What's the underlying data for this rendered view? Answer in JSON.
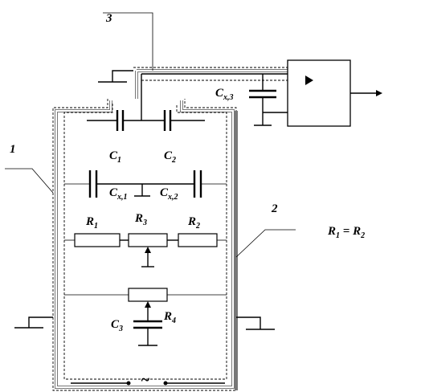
{
  "labels": {
    "num_1": "1",
    "num_2": "2",
    "num_3": "3",
    "C1": {
      "main": "C",
      "sub": "1"
    },
    "C2": {
      "main": "C",
      "sub": "2"
    },
    "C3": {
      "main": "C",
      "sub": "3"
    },
    "Cx1": {
      "main": "C",
      "sub": "x,1"
    },
    "Cx2": {
      "main": "C",
      "sub": "x,2"
    },
    "Cx3": {
      "main": "C",
      "sub": "x,3"
    },
    "R1": {
      "main": "R",
      "sub": "1"
    },
    "R2": {
      "main": "R",
      "sub": "2"
    },
    "R3": {
      "main": "R",
      "sub": "3"
    },
    "R4": {
      "main": "R",
      "sub": "4"
    },
    "equation": {
      "lhs": "R",
      "lhs_sub": "1",
      "eq": " = R",
      "rhs_sub": "2"
    },
    "source": "~"
  }
}
